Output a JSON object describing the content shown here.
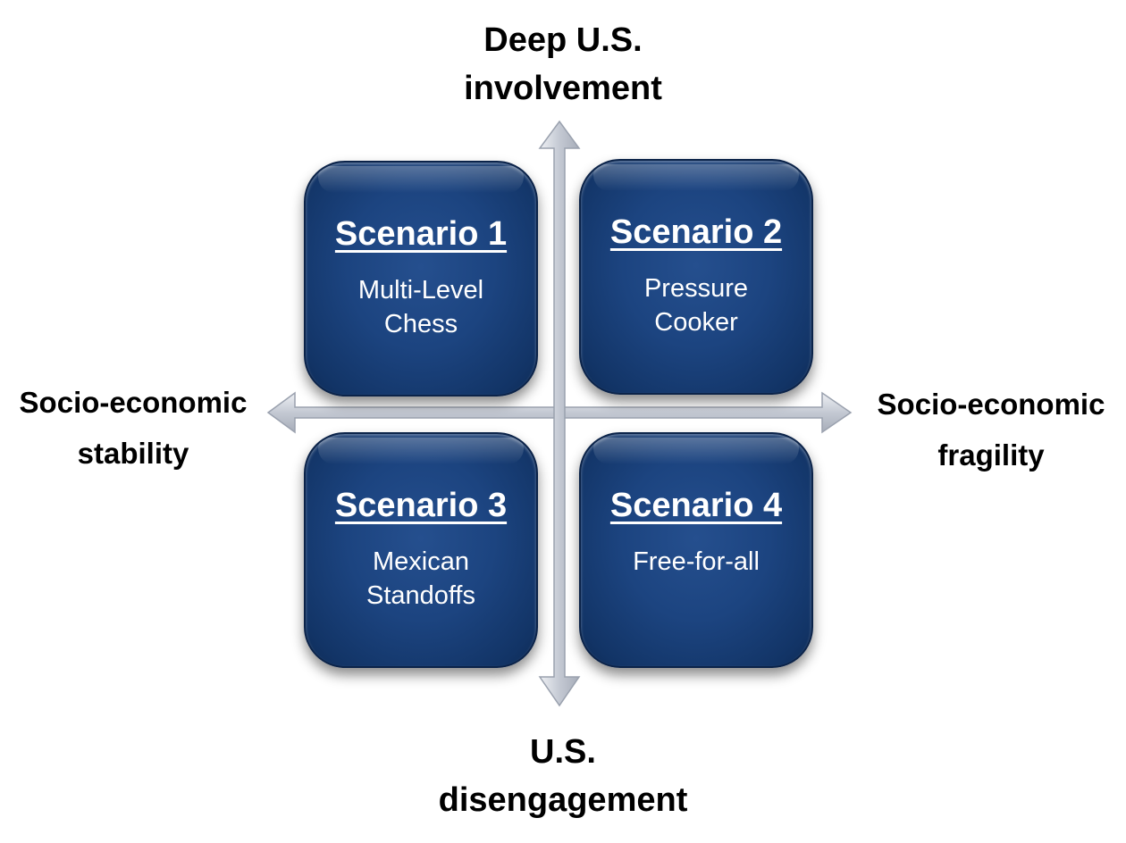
{
  "axes": {
    "top": {
      "lines": [
        "Deep U.S.",
        "involvement"
      ]
    },
    "bottom": {
      "lines": [
        "U.S.",
        "disengagement"
      ]
    },
    "left": {
      "lines": [
        "Socio-economic",
        "stability"
      ]
    },
    "right": {
      "lines": [
        "Socio-economic",
        "fragility"
      ]
    }
  },
  "scenarios": [
    {
      "title": "Scenario 1",
      "lines": [
        "Multi-Level",
        "Chess"
      ]
    },
    {
      "title": "Scenario 2",
      "lines": [
        "Pressure",
        "Cooker"
      ]
    },
    {
      "title": "Scenario 3",
      "lines": [
        "Mexican",
        "Standoffs"
      ]
    },
    {
      "title": "Scenario 4",
      "lines": [
        "Free-for-all"
      ]
    }
  ],
  "colors": {
    "box_fill": "#1c4480",
    "box_edge": "#0b2349",
    "arrow_fill": "#c9ced8",
    "arrow_edge": "#9aa1ae",
    "text_on_box": "#ffffff",
    "axis_text": "#000000"
  }
}
